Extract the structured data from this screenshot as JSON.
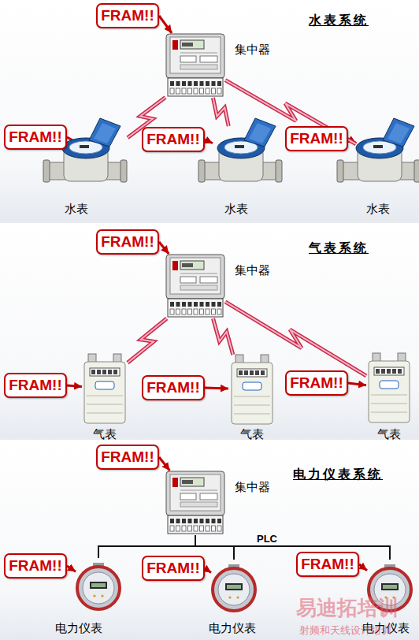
{
  "diagram": {
    "nodes": [
      {
        "text": [
          "FRAM!!"
        ]
      },
      {
        "text": [
          "集中器"
        ]
      },
      {
        "text": [
          "FRAM!!"
        ]
      },
      {
        "text": [
          "水表"
        ]
      },
      {
        "text": [
          "FRAM!!"
        ]
      },
      {
        "text": [
          "水表"
        ]
      },
      {
        "text": [
          "FRAM!!"
        ]
      },
      {
        "text": [
          "水表"
        ]
      },
      {
        "text": [
          "FRAM!!"
        ]
      },
      {
        "text": [
          "集中器"
        ]
      },
      {
        "text": [
          "FRAM!!"
        ]
      },
      {
        "text": [
          "气表"
        ]
      },
      {
        "text": [
          "FRAM!!"
        ]
      },
      {
        "text": [
          "气表"
        ]
      },
      {
        "text": [
          "FRAM!!"
        ]
      },
      {
        "text": [
          "气表"
        ]
      },
      {
        "text": [
          "FRAM!!"
        ]
      },
      {
        "text": [
          "集中器"
        ]
      },
      {
        "text": [
          "FRAM!!"
        ]
      },
      {
        "text": [
          "电力仪表"
        ]
      },
      {
        "text": [
          "FRAM!!"
        ]
      },
      {
        "text": [
          "电力仪表"
        ]
      },
      {
        "text": [
          "FRAM!!"
        ]
      },
      {
        "text": [
          "电力仪表"
        ]
      }
    ],
    "edges": [
      {
        "from": 0,
        "to": 1,
        "arrow": "to"
      },
      {
        "from": 2,
        "to": 3,
        "arrow": "to"
      },
      {
        "from": 4,
        "to": 5,
        "arrow": "to"
      },
      {
        "from": 6,
        "to": 7,
        "arrow": "to"
      },
      {
        "from": 1,
        "to": 3,
        "arrow": "none"
      },
      {
        "from": 1,
        "to": 5,
        "arrow": "none"
      },
      {
        "from": 1,
        "to": 7,
        "arrow": "none"
      },
      {
        "from": 8,
        "to": 9,
        "arrow": "to"
      },
      {
        "from": 10,
        "to": 11,
        "arrow": "to"
      },
      {
        "from": 12,
        "to": 13,
        "arrow": "to"
      },
      {
        "from": 14,
        "to": 15,
        "arrow": "to"
      },
      {
        "from": 9,
        "to": 11,
        "arrow": "none"
      },
      {
        "from": 9,
        "to": 13,
        "arrow": "none"
      },
      {
        "from": 9,
        "to": 15,
        "arrow": "none"
      },
      {
        "from": 16,
        "to": 17,
        "arrow": "to"
      },
      {
        "from": 18,
        "to": 19,
        "arrow": "to"
      },
      {
        "from": 20,
        "to": 21,
        "arrow": "to"
      },
      {
        "from": 22,
        "to": 23,
        "arrow": "to"
      },
      {
        "from": 17,
        "to": 19,
        "arrow": "none"
      },
      {
        "from": 17,
        "to": 21,
        "arrow": "none"
      },
      {
        "from": 17,
        "to": 23,
        "arrow": "none"
      }
    ],
    "labels": [
      "水表系统",
      "气表系统",
      "电力仪表系统",
      "PLC",
      "易迪拓培训",
      "射频和天线设计培训"
    ]
  }
}
